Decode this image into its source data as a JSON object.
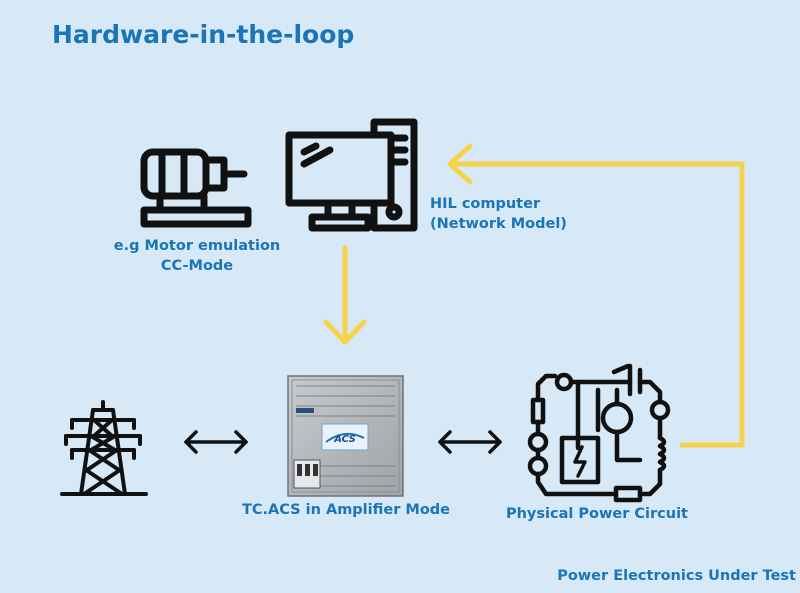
{
  "title": "Hardware-in-the-loop",
  "labels": {
    "motor": [
      "e.g Motor emulation",
      "CC-Mode"
    ],
    "hil": [
      "HIL computer",
      "(Network Model)"
    ],
    "acs": "TC.ACS in Amplifier Mode",
    "acs_logo": "ACS",
    "circuit": "Physical Power Circuit",
    "footer": "Power Electronics Under Test"
  },
  "colors": {
    "accent": "#1a74b8",
    "arrow_yellow": "#f6d24a",
    "background": "#d7e9f7",
    "icon": "#111111"
  },
  "icons": [
    "motor-icon",
    "computer-icon",
    "power-tower-icon",
    "acs-cabinet-icon",
    "power-circuit-icon"
  ]
}
